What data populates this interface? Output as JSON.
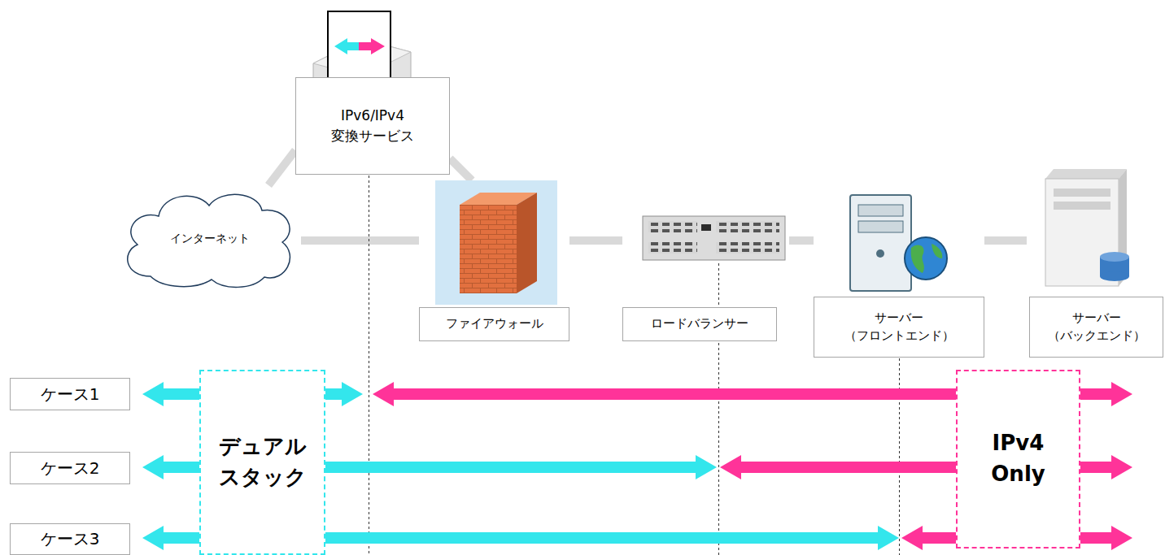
{
  "diagram": {
    "nodes": [
      {
        "text": [
          "インターネット"
        ]
      },
      {
        "text": [
          "IPv6/IPv4 変換サービス"
        ]
      },
      {
        "text": [
          "ファイアウォール"
        ]
      },
      {
        "text": [
          "ロードバランサー"
        ]
      },
      {
        "text": [
          "サーバー （フロントエンド）"
        ]
      },
      {
        "text": [
          "サーバー （バックエンド）"
        ]
      },
      {
        "text": [
          "ケース1"
        ]
      },
      {
        "text": [
          "ケース2"
        ]
      },
      {
        "text": [
          "ケース3"
        ]
      },
      {
        "text": [
          "デュアル スタック"
        ]
      },
      {
        "text": [
          "IPv4 Only"
        ]
      }
    ],
    "edges": [
      {
        "from": 0,
        "to": 1,
        "arrow": "none"
      },
      {
        "from": 1,
        "to": 2,
        "arrow": "none"
      },
      {
        "from": 0,
        "to": 2,
        "arrow": "none"
      },
      {
        "from": 2,
        "to": 3,
        "arrow": "none"
      },
      {
        "from": 3,
        "to": 4,
        "arrow": "none"
      },
      {
        "from": 4,
        "to": 5,
        "arrow": "none"
      }
    ]
  }
}
